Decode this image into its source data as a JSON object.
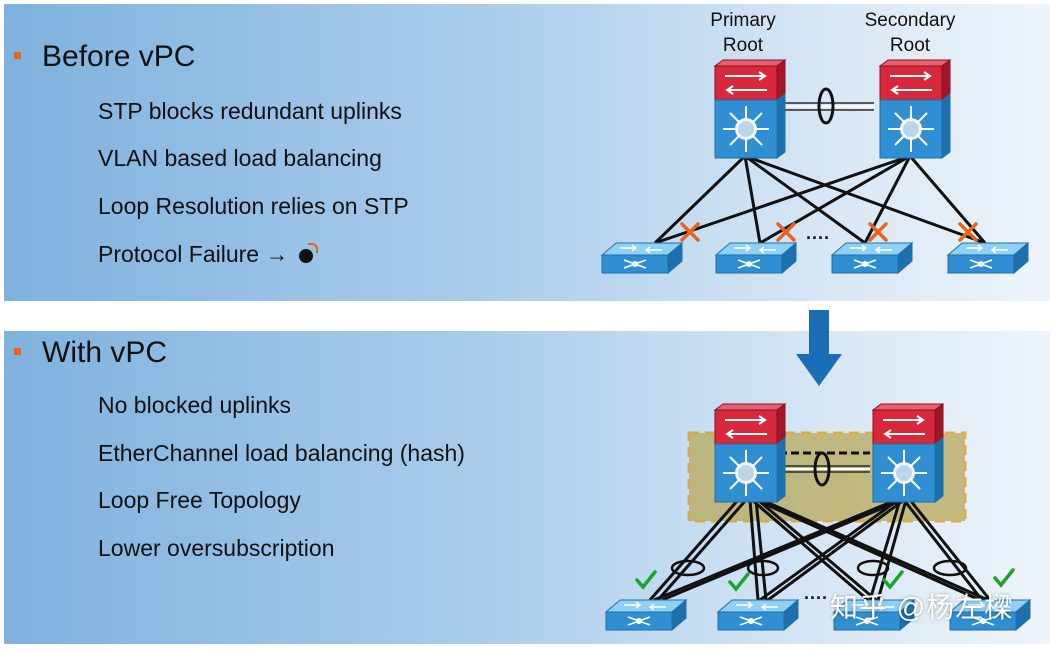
{
  "top": {
    "heading": "Before vPC",
    "bullets": [
      "STP blocks redundant uplinks",
      "VLAN based load balancing",
      "Loop Resolution relies on STP",
      "Protocol Failure →"
    ],
    "primary_root": "Primary\nRoot",
    "secondary_root": "Secondary\nRoot",
    "ellipsis": "····"
  },
  "bottom": {
    "heading": "With vPC",
    "bullets": [
      "No blocked uplinks",
      "EtherChannel load balancing (hash)",
      "Loop Free Topology",
      "Lower oversubscription"
    ],
    "ellipsis": "····"
  },
  "watermark": "知乎 @杨左樑",
  "colors": {
    "accent_orange": "#e8641b",
    "switch_blue": "#2f8fd2",
    "router_red": "#d7283c",
    "arrow_blue": "#1a6db6",
    "vpc_domain": "#b9a95a",
    "check_green": "#1aa62a"
  },
  "icons": [
    "bullet-square",
    "bomb-icon",
    "switch-icon",
    "core-switch-icon",
    "blocked-x-icon",
    "check-icon",
    "down-arrow-icon"
  ]
}
